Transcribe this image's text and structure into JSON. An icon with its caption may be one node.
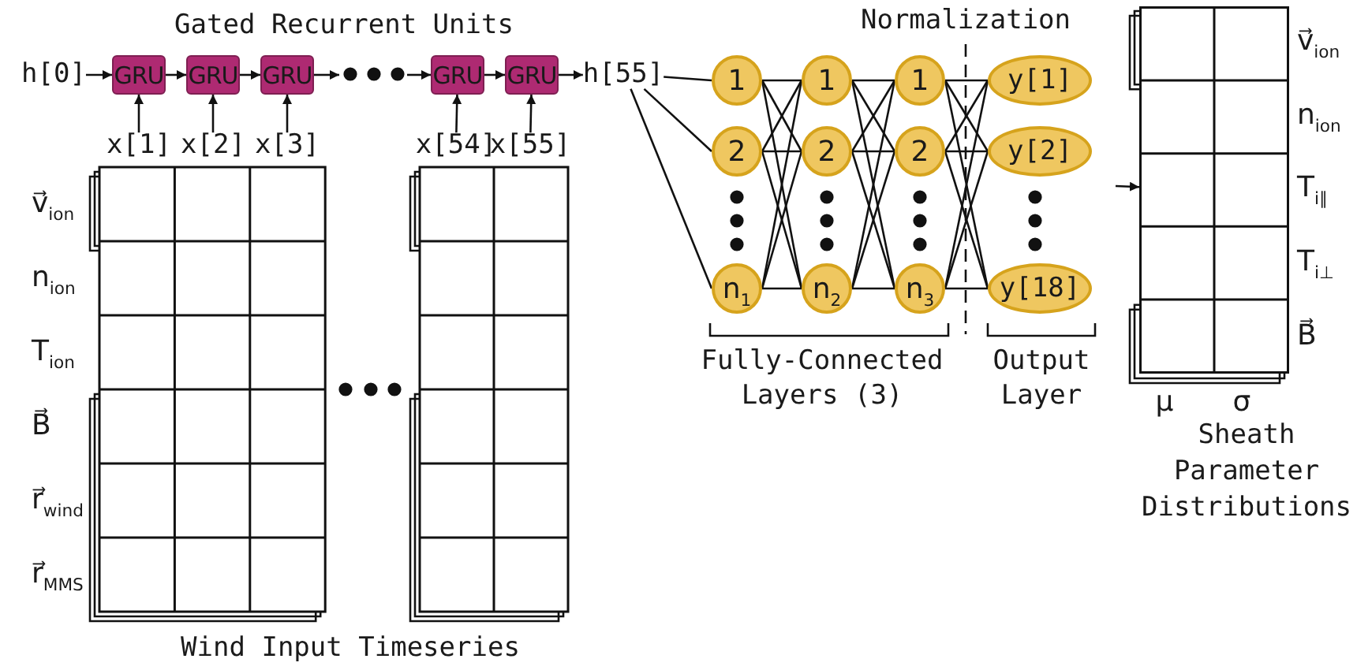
{
  "diagram": {
    "nodes": [
      {
        "text": [
          "h[0]"
        ]
      },
      {
        "text": [
          "GRU"
        ]
      },
      {
        "text": [
          "GRU"
        ]
      },
      {
        "text": [
          "GRU"
        ]
      },
      {
        "text": [
          "GRU"
        ]
      },
      {
        "text": [
          "GRU"
        ]
      },
      {
        "text": [
          "h[55]"
        ]
      },
      {
        "text": [
          "x[1]"
        ]
      },
      {
        "text": [
          "x[2]"
        ]
      },
      {
        "text": [
          "x[3]"
        ]
      },
      {
        "text": [
          "x[54]"
        ]
      },
      {
        "text": [
          "x[55]"
        ]
      },
      {
        "text": [
          "1"
        ]
      },
      {
        "text": [
          "2"
        ]
      },
      {
        "text": [
          "n$_{1}$"
        ]
      },
      {
        "text": [
          "1"
        ]
      },
      {
        "text": [
          "2"
        ]
      },
      {
        "text": [
          "n$_{2}$"
        ]
      },
      {
        "text": [
          "1"
        ]
      },
      {
        "text": [
          "2"
        ]
      },
      {
        "text": [
          "n$_{3}$"
        ]
      },
      {
        "text": [
          "y[1]"
        ]
      },
      {
        "text": [
          "y[2]"
        ]
      },
      {
        "text": [
          "y[18]"
        ]
      },
      {
        "text": [],
        "shape": "box",
        "beside": [
          "v⃗$_{ion}$",
          "n$_{ion}$",
          "T$_{i∥}$",
          "T$_{i⊥}$",
          "B⃗",
          "μ",
          "σ"
        ]
      }
    ],
    "edges": [
      {
        "from": 0,
        "to": 1,
        "arrow": "to"
      },
      {
        "from": 1,
        "to": 2,
        "arrow": "to"
      },
      {
        "from": 2,
        "to": 3,
        "arrow": "to"
      },
      {
        "from": 3,
        "to": null,
        "arrow": "to"
      },
      {
        "from": null,
        "to": 4,
        "arrow": "to"
      },
      {
        "from": 4,
        "to": 5,
        "arrow": "to"
      },
      {
        "from": 5,
        "to": 6,
        "arrow": "to"
      },
      {
        "from": 7,
        "to": 1,
        "arrow": "to"
      },
      {
        "from": 8,
        "to": 2,
        "arrow": "to"
      },
      {
        "from": 9,
        "to": 3,
        "arrow": "to"
      },
      {
        "from": 10,
        "to": 4,
        "arrow": "to"
      },
      {
        "from": 11,
        "to": 5,
        "arrow": "to"
      },
      {
        "from": 6,
        "to": 12,
        "arrow": "none"
      },
      {
        "from": 6,
        "to": 13,
        "arrow": "none"
      },
      {
        "from": 6,
        "to": 14,
        "arrow": "none"
      },
      {
        "from": 12,
        "to": 15,
        "arrow": "none"
      },
      {
        "from": 12,
        "to": 16,
        "arrow": "none"
      },
      {
        "from": 12,
        "to": 17,
        "arrow": "none"
      },
      {
        "from": 13,
        "to": 15,
        "arrow": "none"
      },
      {
        "from": 13,
        "to": 16,
        "arrow": "none"
      },
      {
        "from": 13,
        "to": 17,
        "arrow": "none"
      },
      {
        "from": 14,
        "to": 15,
        "arrow": "none"
      },
      {
        "from": 14,
        "to": 16,
        "arrow": "none"
      },
      {
        "from": 14,
        "to": 17,
        "arrow": "none"
      },
      {
        "from": 15,
        "to": 18,
        "arrow": "none"
      },
      {
        "from": 15,
        "to": 19,
        "arrow": "none"
      },
      {
        "from": 15,
        "to": 20,
        "arrow": "none"
      },
      {
        "from": 16,
        "to": 18,
        "arrow": "none"
      },
      {
        "from": 16,
        "to": 19,
        "arrow": "none"
      },
      {
        "from": 16,
        "to": 20,
        "arrow": "none"
      },
      {
        "from": 17,
        "to": 18,
        "arrow": "none"
      },
      {
        "from": 17,
        "to": 19,
        "arrow": "none"
      },
      {
        "from": 17,
        "to": 20,
        "arrow": "none"
      },
      {
        "from": 18,
        "to": 21,
        "arrow": "none"
      },
      {
        "from": 18,
        "to": 22,
        "arrow": "none"
      },
      {
        "from": 18,
        "to": 23,
        "arrow": "none"
      },
      {
        "from": 19,
        "to": 21,
        "arrow": "none"
      },
      {
        "from": 19,
        "to": 22,
        "arrow": "none"
      },
      {
        "from": 19,
        "to": 23,
        "arrow": "none"
      },
      {
        "from": 20,
        "to": 21,
        "arrow": "none"
      },
      {
        "from": 20,
        "to": 22,
        "arrow": "none"
      },
      {
        "from": 20,
        "to": 23,
        "arrow": "none"
      },
      {
        "from": null,
        "to": 24,
        "arrow": "to"
      }
    ],
    "labels": [
      "Gated Recurrent Units",
      "Normalization",
      "v⃗$_{ion}$",
      "n$_{ion}$",
      "T$_{ion}$",
      "B⃗",
      "r⃗$_{wind}$",
      "r⃗$_{MMS}$",
      "Fully-Connected Layers (3)",
      "Output Layer",
      "Sheath Parameter Distributions",
      "Wind Input Timeseries"
    ]
  }
}
